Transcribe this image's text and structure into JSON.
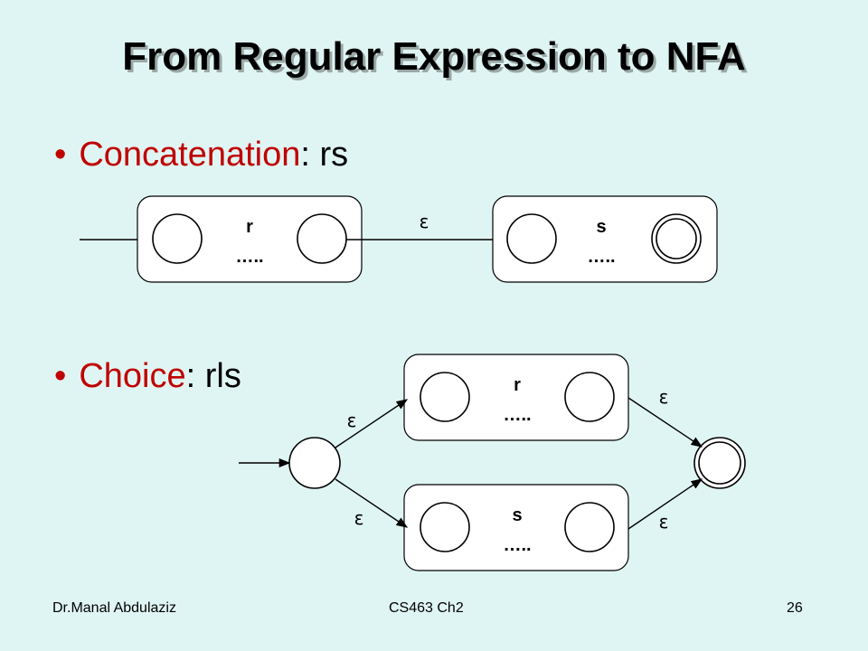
{
  "slide": {
    "title": "From Regular Expression to NFA",
    "bullets": [
      {
        "term": "Concatenation",
        "rest": ": rs"
      },
      {
        "term": "Choice",
        "rest": ": rls"
      }
    ],
    "footer": {
      "author": "Dr.Manal Abdulaziz",
      "course": "CS463 Ch2",
      "page": "26"
    }
  },
  "diagram": {
    "concat": {
      "box_r": {
        "label": "r",
        "dots": "….."
      },
      "box_s": {
        "label": "s",
        "dots": "….."
      },
      "edge_label": "ε"
    },
    "choice": {
      "box_r": {
        "label": "r",
        "dots": "….."
      },
      "box_s": {
        "label": "s",
        "dots": "….."
      },
      "edge_labels": [
        "ε",
        "ε",
        "ε",
        "ε"
      ]
    }
  }
}
